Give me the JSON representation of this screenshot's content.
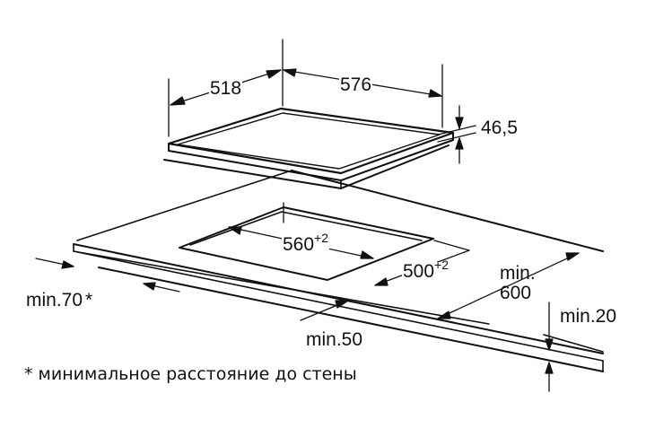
{
  "colors": {
    "line": "#111111",
    "background": "#ffffff"
  },
  "dimensions": {
    "hob_depth": "518",
    "hob_width": "576",
    "hob_height": "46,5",
    "cutout_width": "560",
    "cutout_width_tol": "+2",
    "cutout_depth": "500",
    "cutout_depth_tol": "+2",
    "min_side": "min.70",
    "min_side_marker": "*",
    "min_front": "min.50",
    "min_worktop_line1": "min.",
    "min_worktop_line2": "600",
    "min_wall": "min.20"
  },
  "footnote": "* минимальное расстояние до стены"
}
